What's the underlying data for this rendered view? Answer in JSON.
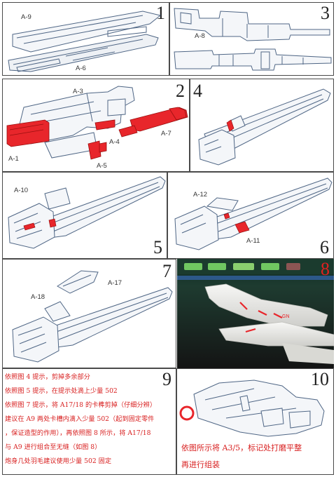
{
  "panels": {
    "p1": {
      "number": "1",
      "labels": [
        "A-9",
        "A-6"
      ]
    },
    "p2": {
      "number": "2",
      "labels": [
        "A-3",
        "A-1",
        "A-4",
        "A-7",
        "A-5"
      ]
    },
    "p3": {
      "number": "3",
      "labels": [
        "A-8"
      ]
    },
    "p4": {
      "number": "4"
    },
    "p5": {
      "number": "5",
      "labels": [
        "A-10"
      ]
    },
    "p6": {
      "number": "6",
      "labels": [
        "A-12",
        "A-11"
      ]
    },
    "p7": {
      "number": "7",
      "labels": [
        "A-18",
        "A-17"
      ]
    },
    "p8": {
      "number": "8"
    },
    "p9": {
      "number": "9",
      "notes": [
        "依照图 4 提示，剪掉多余部分",
        "依照图 5 提示，在提示处滴上少量 502",
        "依照图 7 提示，将 A17/18 的卡榫剪掉（仔细分辨）",
        "建议在 A9 两处卡槽内滴入少量 502（起到固定零件",
        "，保证造型的作用），再依照图 8 所示，将 A17/18",
        "与 A9 进行组合至无缝（如图 8）",
        "炮身几处羽毛建议使用少量 502 固定"
      ]
    },
    "p10": {
      "number": "10",
      "notes": [
        "依图所示将 A3/5，标记处打磨平整",
        "再进行组装"
      ]
    }
  },
  "colors": {
    "highlight": "#e8262b",
    "line": "#4f6685",
    "text_red": "#d81f1f"
  }
}
